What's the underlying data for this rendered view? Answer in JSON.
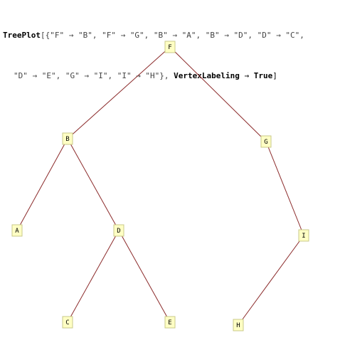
{
  "input": {
    "function_name": "TreePlot",
    "line1_args": "[{\"F\" → \"B\", \"F\" → \"G\", \"B\" → \"A\", \"B\" → \"D\", \"D\" → \"C\",",
    "line2_args": "\"D\" → \"E\", \"G\" → \"I\", \"I\" → \"H\"}, ",
    "option_name": "VertexLabeling",
    "option_arrow": " → ",
    "option_value": "True",
    "closing": "]"
  },
  "tree": {
    "nodes": [
      "F",
      "B",
      "G",
      "A",
      "D",
      "I",
      "C",
      "E",
      "H"
    ],
    "edges": [
      [
        "F",
        "B"
      ],
      [
        "F",
        "G"
      ],
      [
        "B",
        "A"
      ],
      [
        "B",
        "D"
      ],
      [
        "D",
        "C"
      ],
      [
        "D",
        "E"
      ],
      [
        "G",
        "I"
      ],
      [
        "I",
        "H"
      ]
    ]
  },
  "colors": {
    "edge": "#8b2a2a",
    "node_fill": "#ffffc4",
    "node_border": "#c9c98a"
  }
}
